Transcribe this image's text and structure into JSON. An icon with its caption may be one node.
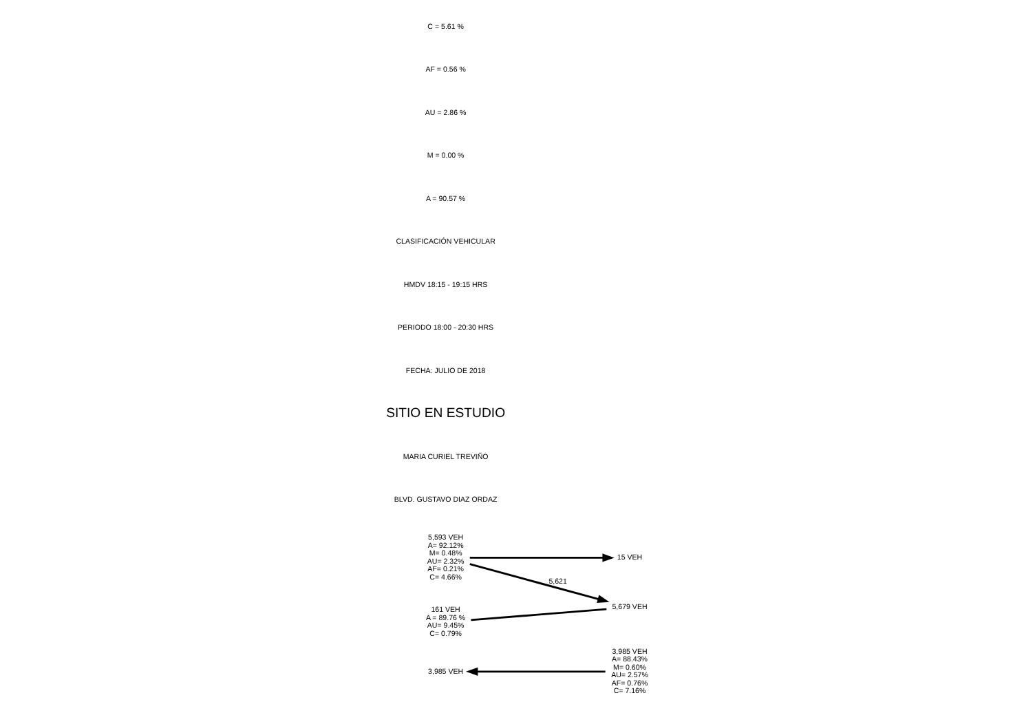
{
  "diagram": {
    "nodes": [
      {
        "text": [
          "3,985 VEH"
        ]
      },
      {
        "text": [
          "3,985 VEH",
          "A= 88.43%",
          "M= 0.60%",
          "AU= 2.57%",
          "AF= 0.76%",
          "C= 7.16%"
        ]
      },
      {
        "text": [
          "5,593 VEH",
          "A= 92.12%",
          "M= 0.48%",
          "AU= 2.32%",
          "AF= 0.21%",
          "C= 4.66%"
        ]
      },
      {
        "text": [
          "5,679 VEH"
        ]
      },
      {
        "text": [
          "15 VEH"
        ]
      },
      {
        "text": [
          "161 VEH",
          "A = 89.76 %",
          "AU= 9.45%",
          "C= 0.79%"
        ]
      }
    ],
    "edges": [
      {
        "from": 1,
        "to": 0,
        "arrow": "to"
      },
      {
        "from": 2,
        "to": 3,
        "arrow": "to",
        "label": "5,621"
      },
      {
        "from": 2,
        "to": 4,
        "arrow": "to"
      },
      {
        "from": 5,
        "to": 3,
        "arrow": "none"
      }
    ],
    "labels": [
      "BLVD. GUSTAVO DIAZ ORDAZ",
      "MARIA CURIEL TREVIÑO",
      "SITIO EN ESTUDIO",
      "FECHA: JULIO DE 2018",
      "PERIODO 18:00 - 20:30 HRS",
      "HMDV 18:15 - 19:15 HRS",
      "CLASIFICACIÓN VEHICULAR",
      "A = 90.57 %",
      "M = 0.00 %",
      "AU = 2.86 %",
      "AF = 0.56 %",
      "C = 5.61 %"
    ]
  }
}
